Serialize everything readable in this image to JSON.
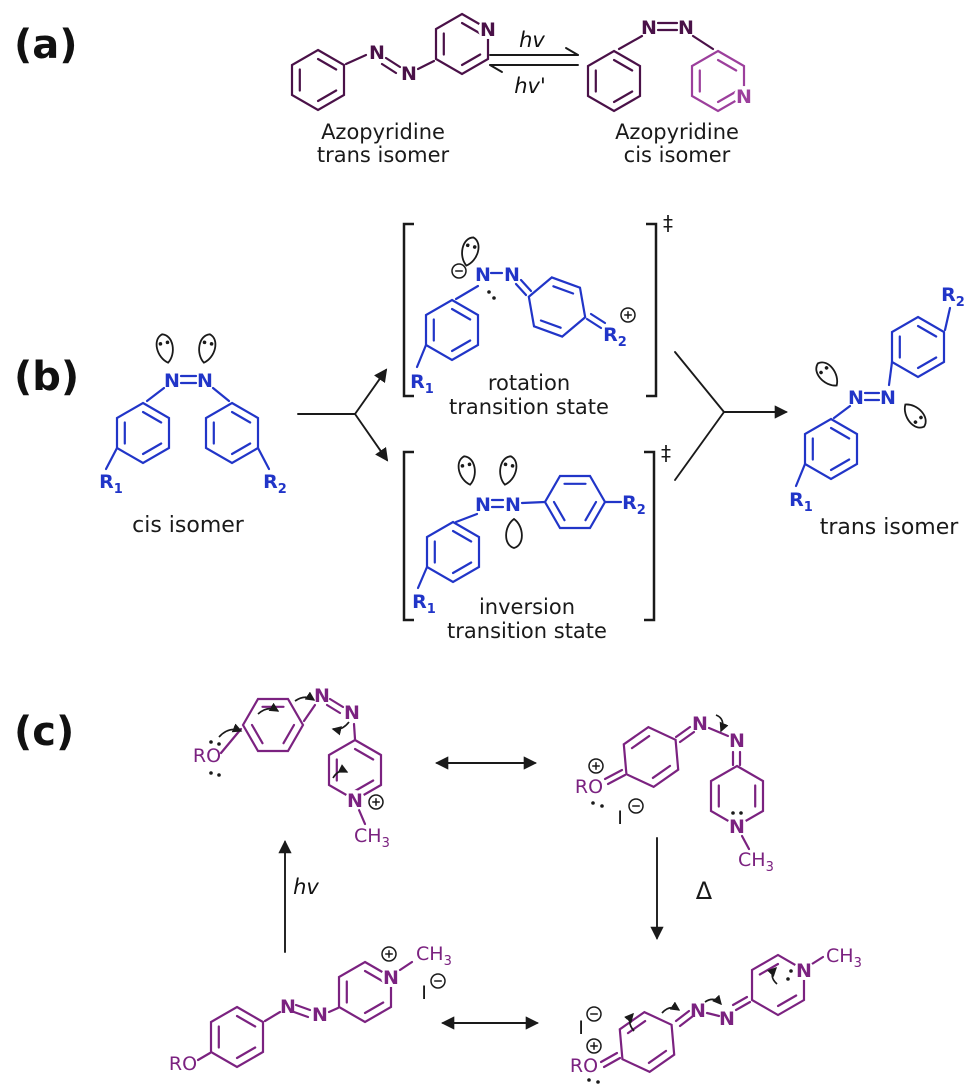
{
  "figure": {
    "background": "#ffffff",
    "colors": {
      "panel_a_structure": "#4A1148",
      "panel_a_pyridine_cis": "#9C3F9C",
      "panel_b_structure": "#2135C8",
      "panel_c_structure": "#7B2280",
      "annotation": "#1a1a1a"
    }
  },
  "atoms": {
    "nitrogen": "N",
    "ro": "RO",
    "ch": "CH",
    "sub3": "3",
    "r": "R",
    "sub1": "1",
    "sub2": "2",
    "iodine": "I",
    "double_dagger": "‡"
  },
  "icons": {
    "plus_charge": "circled-plus",
    "minus_charge": "circled-minus",
    "lone_pair": "electron-lone-pair-lobe",
    "resonance_arrow": "double-headed-arrow",
    "equilibrium_arrow": "forward-reverse-half-arrows",
    "electron_push": "curved-electron-arrow"
  },
  "panel_a": {
    "label": "(a)",
    "hv_forward": "hv",
    "hv_reverse": "hv'",
    "trans_caption_line1": "Azopyridine",
    "trans_caption_line2": "trans isomer",
    "cis_caption_line1": "Azopyridine",
    "cis_caption_line2": "cis isomer"
  },
  "panel_b": {
    "label": "(b)",
    "cis_label": "cis isomer",
    "rotation_caption_line1": "rotation",
    "rotation_caption_line2": "transition state",
    "inversion_caption_line1": "inversion",
    "inversion_caption_line2": "transition state",
    "trans_label": "trans isomer"
  },
  "panel_c": {
    "label": "(c)",
    "hv": "hv",
    "delta": "Δ"
  }
}
